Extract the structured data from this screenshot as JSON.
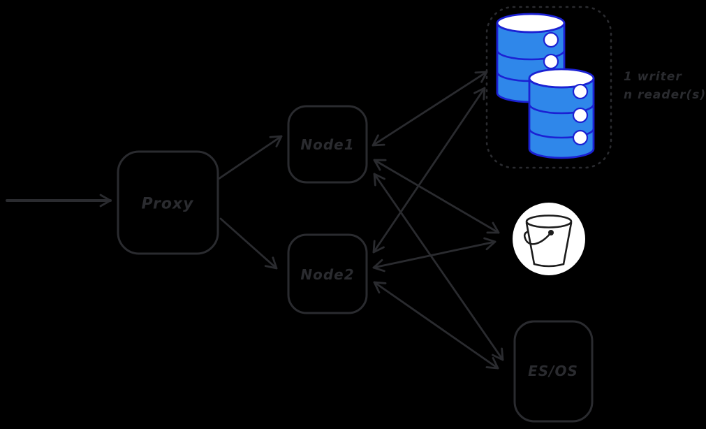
{
  "colors": {
    "bg": "#000000",
    "ink": "#2a2b2f",
    "dbfill": "#2f87ea",
    "dbstroke": "#1b21d3",
    "white": "#ffffff",
    "bucketink": "#1c1c1c"
  },
  "labels": {
    "proxy": "Proxy",
    "node1": "Node1",
    "node2": "Node2",
    "esos": "ES/OS"
  },
  "annotation": {
    "line1": "1 writer",
    "line2": "n reader(s)"
  },
  "icons": {
    "database": "database-cylinders-icon",
    "bucket": "bucket-icon"
  },
  "connections": [
    {
      "from": "client",
      "to": "proxy",
      "direction": "one-way"
    },
    {
      "from": "proxy",
      "to": "node1",
      "direction": "one-way"
    },
    {
      "from": "proxy",
      "to": "node2",
      "direction": "one-way"
    },
    {
      "from": "node1",
      "to": "database-cluster",
      "direction": "two-way"
    },
    {
      "from": "node1",
      "to": "bucket",
      "direction": "two-way"
    },
    {
      "from": "node1",
      "to": "es-os",
      "direction": "two-way"
    },
    {
      "from": "node2",
      "to": "database-cluster",
      "direction": "two-way"
    },
    {
      "from": "node2",
      "to": "bucket",
      "direction": "two-way"
    },
    {
      "from": "node2",
      "to": "es-os",
      "direction": "two-way"
    }
  ]
}
